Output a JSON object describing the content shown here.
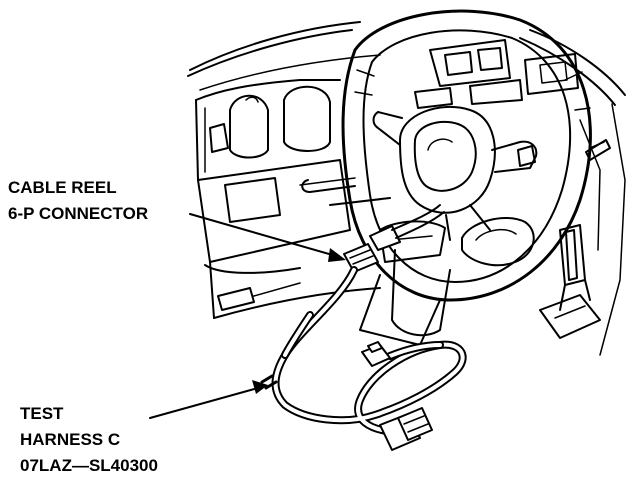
{
  "labels": {
    "cable_reel": [
      "CABLE REEL",
      "6-P CONNECTOR"
    ],
    "test_harness": [
      "TEST",
      "HARNESS C",
      "07LAZ—SL40300"
    ]
  },
  "colors": {
    "ink": "#000000",
    "paper": "#ffffff"
  }
}
